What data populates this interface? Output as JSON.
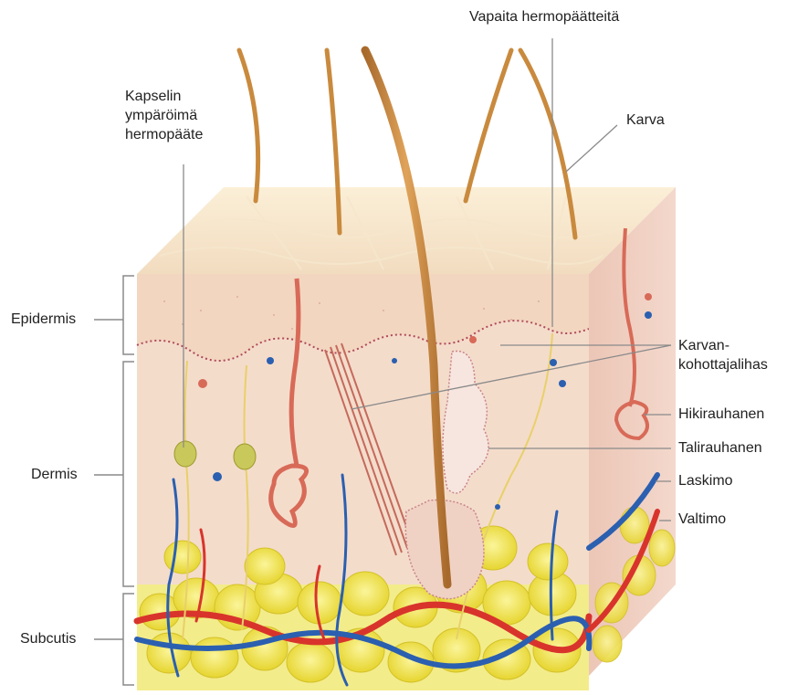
{
  "labels": {
    "free_nerve_endings": "Vapaita hermopäätteitä",
    "capsule_nerve_ending": [
      "Kapselin",
      "ympäröimä",
      "hermopääte"
    ],
    "hair": "Karva",
    "epidermis": "Epidermis",
    "arrector_pili": [
      "Karvan-",
      "kohottajalihas"
    ],
    "sweat_gland": "Hikirauhanen",
    "dermis": "Dermis",
    "sebaceous_gland": "Talirauhanen",
    "vein": "Laskimo",
    "artery": "Valtimo",
    "subcutis": "Subcutis"
  },
  "colors": {
    "epidermis": "#f3dcc0",
    "dermis": "#f4d8c8",
    "fat": "#f0e34a",
    "vein": "#2b5fb0",
    "artery": "#d8342c",
    "hair": "#c98a3e",
    "leader": "#8a8a8a"
  }
}
